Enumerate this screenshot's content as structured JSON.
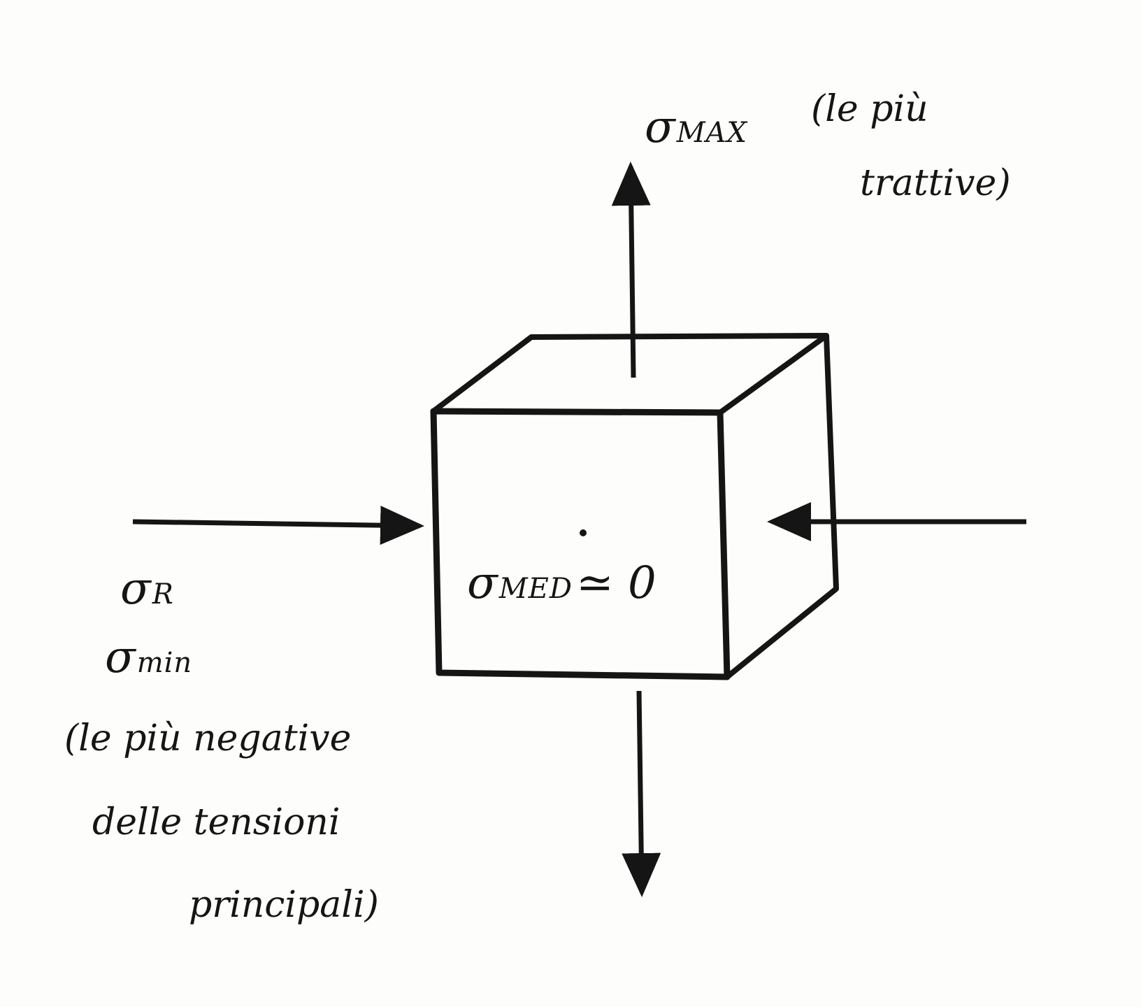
{
  "labels": {
    "sigma_symbol": "σ",
    "sigma_max_sub": "MAX",
    "sigma_max_note_line1": "(le più",
    "sigma_max_note_line2": "trattive)",
    "sigma_med_sub": "MED",
    "sigma_med_relation": "≃ 0",
    "sigma_r_sub": "R",
    "sigma_min_sub": "min",
    "sigma_min_note_line1": "(le più negative",
    "sigma_min_note_line2": "delle tensioni",
    "sigma_min_note_line3": "principali)"
  },
  "colors": {
    "ink": "#151515",
    "paper": "#fdfdfb"
  }
}
